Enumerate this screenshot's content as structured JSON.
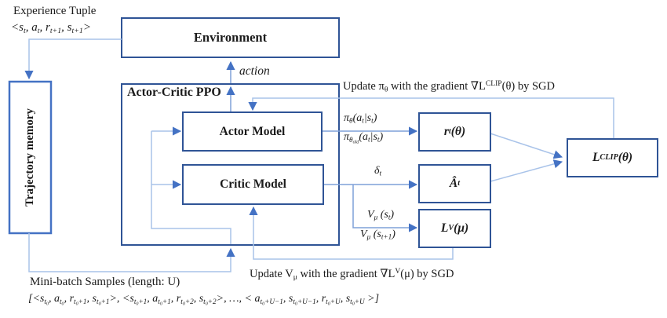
{
  "colors": {
    "box_border_dark": "#2F5496",
    "box_border_blue": "#4472C4",
    "line_pale": "#A9C3E9",
    "line_medium": "#7FA0D8",
    "arrowhead": "#4472C4",
    "text": "#1b1b1b",
    "background": "#ffffff"
  },
  "top": {
    "experience_title": "Experience Tuple",
    "experience_tuple": "<s_{t}, a_{t}, r_{t+1}, s_{t+1}>"
  },
  "boxes": {
    "environment": "Environment",
    "trajectory_memory": "Trajectory memory",
    "ppo": "Actor-Critic PPO",
    "actor": "Actor Model",
    "critic": "Critic Model",
    "ratio": "r_{t}(θ)",
    "advantage": "Â_{t}",
    "value_loss": "L^{V}(μ)",
    "clip_loss": "L^{CLIP}(θ)"
  },
  "edge_labels": {
    "action": "action",
    "update_pi": "Update π_{θ} with the gradient ∇L^{CLIP}(θ) by SGD",
    "pi_new": "π_{θ}(a_{t}|s_{t})",
    "pi_old": "π_{θ_{old}}(a_{t}|s_{t})",
    "delta": "δ_{t}",
    "v_st": "V_{μ} (s_{t})",
    "v_st1": "V_{μ} (s_{t+1})",
    "update_v": "Update V_{μ} with the gradient ∇L^{V}(μ) by SGD"
  },
  "bottom": {
    "minibatch_title": "Mini-batch Samples (length: U)",
    "minibatch_sequence": "[<s_{t_{0}}, a_{t_{0}}, r_{t_{0}+1}, s_{t_{0}+1}>, <s_{t_{0}+1}, a_{t_{0}+1}, r_{t_{0}+2}, s_{t_{0}+2}>, …, < a_{t_{0}+U−1}, s_{t_{0}+U−1}, r_{t_{0}+U}, s_{t_{0}+U} >]"
  }
}
